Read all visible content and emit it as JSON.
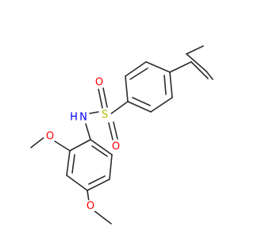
{
  "molecule": {
    "atoms": {
      "sulfur": "S",
      "oxygen_top": "O",
      "oxygen_bottom": "O",
      "nitrogen": "N",
      "hydrogen": "H",
      "oxygen_methoxy_2": "O",
      "oxygen_methoxy_4": "O"
    },
    "colors": {
      "bond": "#2b2b2b",
      "sulfur": "#b8b800",
      "oxygen": "#ff0000",
      "nitrogen": "#0000ff"
    }
  }
}
